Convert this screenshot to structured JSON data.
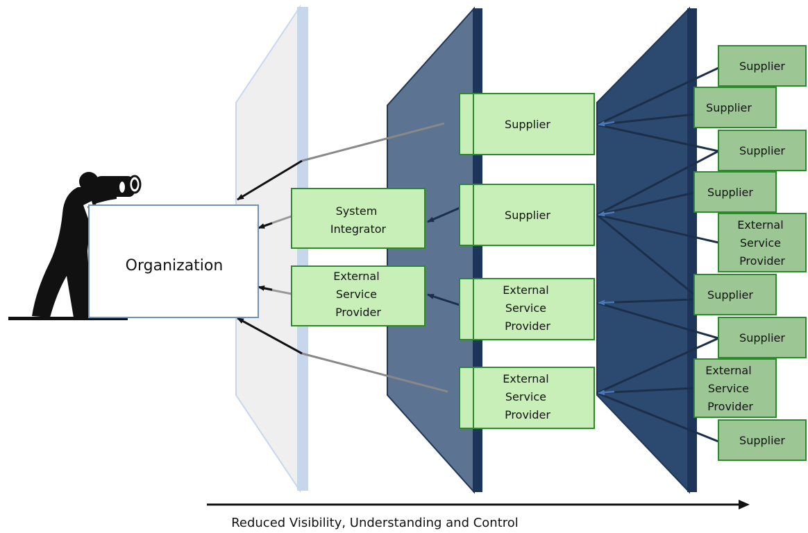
{
  "organization": {
    "label": "Organization"
  },
  "tier1": [
    {
      "lines": [
        "System",
        "Integrator"
      ]
    },
    {
      "lines": [
        "External",
        "Service",
        "Provider"
      ]
    }
  ],
  "tier2": [
    {
      "lines": [
        "Supplier"
      ]
    },
    {
      "lines": [
        "Supplier"
      ]
    },
    {
      "lines": [
        "External",
        "Service",
        "Provider"
      ]
    },
    {
      "lines": [
        "External",
        "Service",
        "Provider"
      ]
    }
  ],
  "tier3": [
    {
      "lines": [
        "Supplier"
      ]
    },
    {
      "lines": [
        "Supplier"
      ]
    },
    {
      "lines": [
        "Supplier"
      ]
    },
    {
      "lines": [
        "Supplier"
      ]
    },
    {
      "lines": [
        "External",
        "Service",
        "Provider"
      ]
    },
    {
      "lines": [
        "Supplier"
      ]
    },
    {
      "lines": [
        "Supplier"
      ]
    },
    {
      "lines": [
        "External",
        "Service",
        "Provider"
      ]
    },
    {
      "lines": [
        "Supplier"
      ]
    }
  ],
  "axis": {
    "label": "Reduced Visibility, Understanding  and Control"
  },
  "colors": {
    "glass_panel": "#eeeeee",
    "glass_edge": "#c6d7ec",
    "mid_panel": "#5c7391",
    "dark_panel": "#2c4a6f",
    "panel_edge": "#1c3558",
    "tier_box_fill": "#c9efb8",
    "tier_box_border": "#2c8a2c",
    "outer_box_fill": "#9cc795",
    "arrow": "#1c2f4a"
  }
}
